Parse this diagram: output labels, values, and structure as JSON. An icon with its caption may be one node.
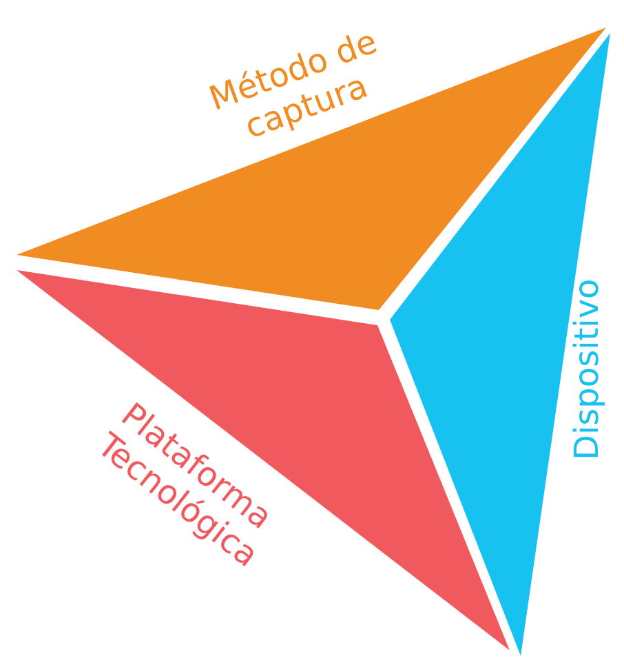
{
  "diagram": {
    "nodes": [
      {
        "text": [
          "Método de captura"
        ]
      },
      {
        "text": [
          "Plataforma Tecnológica"
        ]
      },
      {
        "text": [
          "Dispositivo"
        ]
      }
    ]
  }
}
